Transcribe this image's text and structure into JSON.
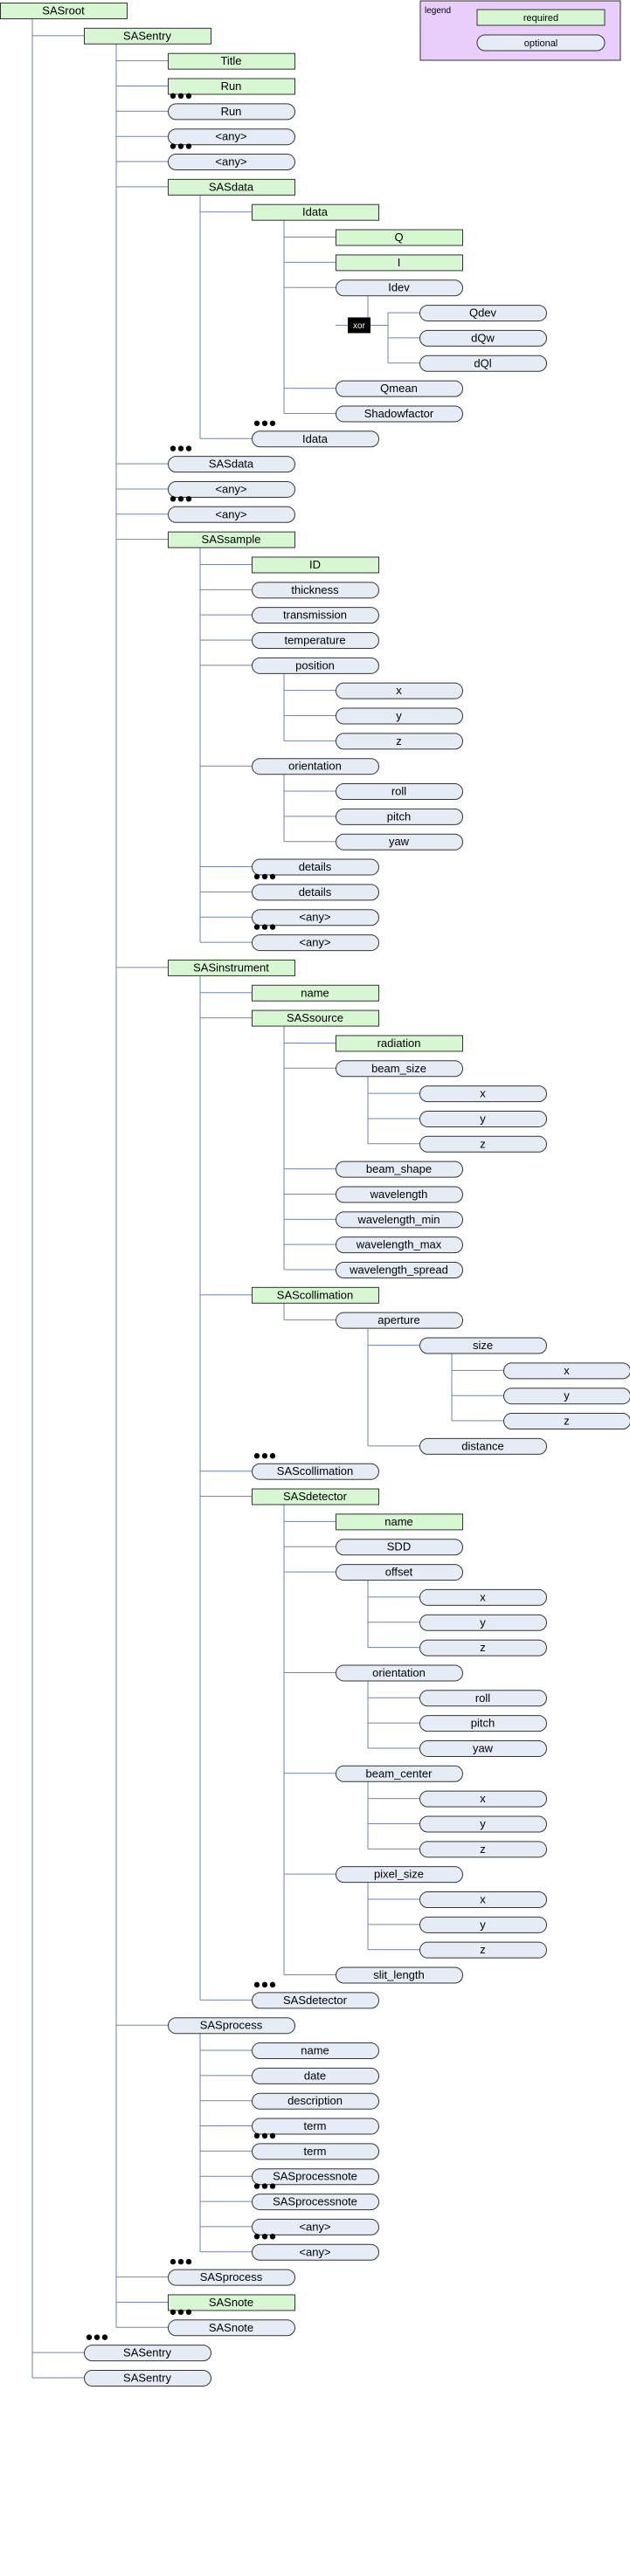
{
  "legend": {
    "title": "legend",
    "required_label": "required",
    "optional_label": "optional",
    "colors": {
      "required_fill": "#d7f7d2",
      "optional_fill": "#e6ecf5",
      "legend_fill": "#e9cdfb",
      "line": "#6f86b6"
    }
  },
  "nodes": [
    {
      "id": "root",
      "label": "SASroot",
      "type": "req",
      "col": 0
    },
    {
      "id": "entry",
      "label": "SASentry",
      "type": "req",
      "col": 1
    },
    {
      "id": "title",
      "label": "Title",
      "type": "req",
      "col": 2
    },
    {
      "id": "run1",
      "label": "Run",
      "type": "req",
      "col": 2
    },
    {
      "id": "run2",
      "label": "Run",
      "type": "opt",
      "col": 2,
      "dots": true
    },
    {
      "id": "anyA",
      "label": "<any>",
      "type": "opt",
      "col": 2
    },
    {
      "id": "anyB",
      "label": "<any>",
      "type": "opt",
      "col": 2,
      "dots": true
    },
    {
      "id": "sasdata",
      "label": "SASdata",
      "type": "req",
      "col": 2
    },
    {
      "id": "idata",
      "label": "Idata",
      "type": "req",
      "col": 3
    },
    {
      "id": "q",
      "label": "Q",
      "type": "req",
      "col": 4
    },
    {
      "id": "i",
      "label": "I",
      "type": "req",
      "col": 4
    },
    {
      "id": "idev",
      "label": "Idev",
      "type": "opt",
      "col": 4
    },
    {
      "id": "qdev",
      "label": "Qdev",
      "type": "opt",
      "col": 5
    },
    {
      "id": "dqw",
      "label": "dQw",
      "type": "opt",
      "col": 5
    },
    {
      "id": "dql",
      "label": "dQl",
      "type": "opt",
      "col": 5
    },
    {
      "id": "qmean",
      "label": "Qmean",
      "type": "opt",
      "col": 4
    },
    {
      "id": "shadow",
      "label": "Shadowfactor",
      "type": "opt",
      "col": 4
    },
    {
      "id": "idata2",
      "label": "Idata",
      "type": "opt",
      "col": 3,
      "dots": true
    },
    {
      "id": "sasdata2",
      "label": "SASdata",
      "type": "opt",
      "col": 2,
      "dots": true
    },
    {
      "id": "anyC",
      "label": "<any>",
      "type": "opt",
      "col": 2
    },
    {
      "id": "anyD",
      "label": "<any>",
      "type": "opt",
      "col": 2,
      "dots": true
    },
    {
      "id": "sample",
      "label": "SASsample",
      "type": "req",
      "col": 2
    },
    {
      "id": "sid",
      "label": "ID",
      "type": "req",
      "col": 3
    },
    {
      "id": "thick",
      "label": "thickness",
      "type": "opt",
      "col": 3
    },
    {
      "id": "trans",
      "label": "transmission",
      "type": "opt",
      "col": 3
    },
    {
      "id": "temp",
      "label": "temperature",
      "type": "opt",
      "col": 3
    },
    {
      "id": "pos",
      "label": "position",
      "type": "opt",
      "col": 3
    },
    {
      "id": "px",
      "label": "x",
      "type": "opt",
      "col": 4
    },
    {
      "id": "py",
      "label": "y",
      "type": "opt",
      "col": 4
    },
    {
      "id": "pz",
      "label": "z",
      "type": "opt",
      "col": 4
    },
    {
      "id": "orient",
      "label": "orientation",
      "type": "opt",
      "col": 3
    },
    {
      "id": "roll",
      "label": "roll",
      "type": "opt",
      "col": 4
    },
    {
      "id": "pitch",
      "label": "pitch",
      "type": "opt",
      "col": 4
    },
    {
      "id": "yaw",
      "label": "yaw",
      "type": "opt",
      "col": 4
    },
    {
      "id": "det1",
      "label": "details",
      "type": "opt",
      "col": 3
    },
    {
      "id": "det2",
      "label": "details",
      "type": "opt",
      "col": 3,
      "dots": true
    },
    {
      "id": "anyE",
      "label": "<any>",
      "type": "opt",
      "col": 3
    },
    {
      "id": "anyF",
      "label": "<any>",
      "type": "opt",
      "col": 3,
      "dots": true
    },
    {
      "id": "instr",
      "label": "SASinstrument",
      "type": "req",
      "col": 2
    },
    {
      "id": "iname",
      "label": "name",
      "type": "req",
      "col": 3
    },
    {
      "id": "source",
      "label": "SASsource",
      "type": "req",
      "col": 3
    },
    {
      "id": "rad",
      "label": "radiation",
      "type": "req",
      "col": 4
    },
    {
      "id": "bsize",
      "label": "beam_size",
      "type": "opt",
      "col": 4
    },
    {
      "id": "bsx",
      "label": "x",
      "type": "opt",
      "col": 5
    },
    {
      "id": "bsy",
      "label": "y",
      "type": "opt",
      "col": 5
    },
    {
      "id": "bsz",
      "label": "z",
      "type": "opt",
      "col": 5
    },
    {
      "id": "bshape",
      "label": "beam_shape",
      "type": "opt",
      "col": 4
    },
    {
      "id": "wl",
      "label": "wavelength",
      "type": "opt",
      "col": 4
    },
    {
      "id": "wlmin",
      "label": "wavelength_min",
      "type": "opt",
      "col": 4
    },
    {
      "id": "wlmax",
      "label": "wavelength_max",
      "type": "opt",
      "col": 4
    },
    {
      "id": "wlspr",
      "label": "wavelength_spread",
      "type": "opt",
      "col": 4
    },
    {
      "id": "coll",
      "label": "SAScollimation",
      "type": "req",
      "col": 3
    },
    {
      "id": "ap",
      "label": "aperture",
      "type": "opt",
      "col": 4
    },
    {
      "id": "apsize",
      "label": "size",
      "type": "opt",
      "col": 5
    },
    {
      "id": "asx",
      "label": "x",
      "type": "opt",
      "col": 6
    },
    {
      "id": "asy",
      "label": "y",
      "type": "opt",
      "col": 6
    },
    {
      "id": "asz",
      "label": "z",
      "type": "opt",
      "col": 6
    },
    {
      "id": "dist",
      "label": "distance",
      "type": "opt",
      "col": 5
    },
    {
      "id": "coll2",
      "label": "SAScollimation",
      "type": "opt",
      "col": 3,
      "dots": true
    },
    {
      "id": "detector",
      "label": "SASdetector",
      "type": "req",
      "col": 3
    },
    {
      "id": "dname",
      "label": "name",
      "type": "req",
      "col": 4
    },
    {
      "id": "sdd",
      "label": "SDD",
      "type": "opt",
      "col": 4
    },
    {
      "id": "offset",
      "label": "offset",
      "type": "opt",
      "col": 4
    },
    {
      "id": "ox",
      "label": "x",
      "type": "opt",
      "col": 5
    },
    {
      "id": "oy",
      "label": "y",
      "type": "opt",
      "col": 5
    },
    {
      "id": "oz",
      "label": "z",
      "type": "opt",
      "col": 5
    },
    {
      "id": "dorient",
      "label": "orientation",
      "type": "opt",
      "col": 4
    },
    {
      "id": "droll",
      "label": "roll",
      "type": "opt",
      "col": 5
    },
    {
      "id": "dpitch",
      "label": "pitch",
      "type": "opt",
      "col": 5
    },
    {
      "id": "dyaw",
      "label": "yaw",
      "type": "opt",
      "col": 5
    },
    {
      "id": "bcenter",
      "label": "beam_center",
      "type": "opt",
      "col": 4
    },
    {
      "id": "bcx",
      "label": "x",
      "type": "opt",
      "col": 5
    },
    {
      "id": "bcy",
      "label": "y",
      "type": "opt",
      "col": 5
    },
    {
      "id": "bcz",
      "label": "z",
      "type": "opt",
      "col": 5
    },
    {
      "id": "psize",
      "label": "pixel_size",
      "type": "opt",
      "col": 4
    },
    {
      "id": "psx",
      "label": "x",
      "type": "opt",
      "col": 5
    },
    {
      "id": "psy",
      "label": "y",
      "type": "opt",
      "col": 5
    },
    {
      "id": "psz",
      "label": "z",
      "type": "opt",
      "col": 5
    },
    {
      "id": "slit",
      "label": "slit_length",
      "type": "opt",
      "col": 4
    },
    {
      "id": "detector2",
      "label": "SASdetector",
      "type": "opt",
      "col": 3,
      "dots": true
    },
    {
      "id": "process",
      "label": "SASprocess",
      "type": "opt",
      "col": 2
    },
    {
      "id": "pname",
      "label": "name",
      "type": "opt",
      "col": 3
    },
    {
      "id": "pdate",
      "label": "date",
      "type": "opt",
      "col": 3
    },
    {
      "id": "pdesc",
      "label": "description",
      "type": "opt",
      "col": 3
    },
    {
      "id": "term1",
      "label": "term",
      "type": "opt",
      "col": 3
    },
    {
      "id": "term2",
      "label": "term",
      "type": "opt",
      "col": 3,
      "dots": true
    },
    {
      "id": "pnote1",
      "label": "SASprocessnote",
      "type": "opt",
      "col": 3
    },
    {
      "id": "pnote2",
      "label": "SASprocessnote",
      "type": "opt",
      "col": 3,
      "dots": true
    },
    {
      "id": "anyG",
      "label": "<any>",
      "type": "opt",
      "col": 3
    },
    {
      "id": "anyH",
      "label": "<any>",
      "type": "opt",
      "col": 3,
      "dots": true
    },
    {
      "id": "process2",
      "label": "SASprocess",
      "type": "opt",
      "col": 2,
      "dots": true
    },
    {
      "id": "note",
      "label": "SASnote",
      "type": "req",
      "col": 2
    },
    {
      "id": "note2",
      "label": "SASnote",
      "type": "opt",
      "col": 2,
      "dots": true
    },
    {
      "id": "entry2",
      "label": "SASentry",
      "type": "opt",
      "col": 1,
      "dots": true
    },
    {
      "id": "entry3",
      "label": "SASentry",
      "type": "opt",
      "col": 1
    }
  ],
  "xor_label": "xor"
}
